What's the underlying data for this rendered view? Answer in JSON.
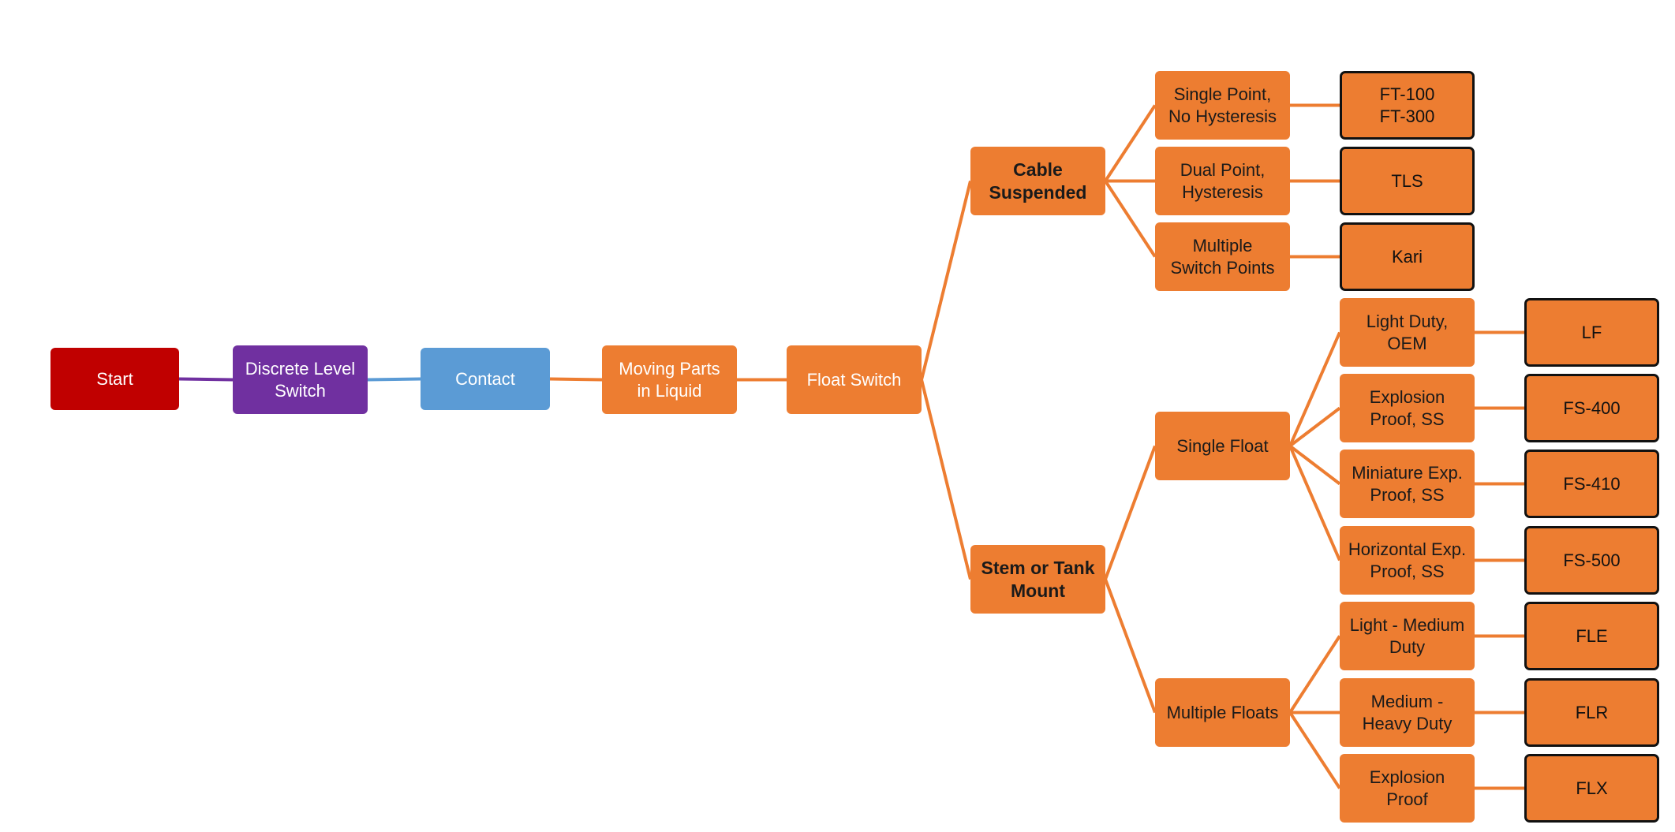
{
  "colors": {
    "start": "#c00000",
    "discrete": "#7030a0",
    "contact": "#5b9bd5",
    "orange": "#ed7d31",
    "leaf_border": "#111111"
  },
  "nodes": {
    "start": "Start",
    "discrete_level_switch": "Discrete Level\nSwitch",
    "contact": "Contact",
    "moving_parts": "Moving Parts\nin Liquid",
    "float_switch": "Float Switch",
    "cable_suspended": "Cable\nSuspended",
    "stem_or_tank_mount": "Stem or Tank\nMount",
    "single_point": "Single Point,\nNo Hysteresis",
    "dual_point": "Dual Point,\nHysteresis",
    "multiple_switch_points": "Multiple\nSwitch Points",
    "single_float": "Single Float",
    "multiple_floats": "Multiple Floats",
    "light_duty_oem": "Light Duty,\nOEM",
    "explosion_proof_ss": "Explosion\nProof, SS",
    "miniature_exp": "Miniature Exp.\nProof, SS",
    "horizontal_exp": "Horizontal Exp.\nProof, SS",
    "light_medium": "Light - Medium\nDuty",
    "medium_heavy": "Medium -\nHeavy Duty",
    "explosion_proof": "Explosion\nProof",
    "ft": "FT-100\nFT-300",
    "tls": "TLS",
    "kari": "Kari",
    "lf": "LF",
    "fs400": "FS-400",
    "fs410": "FS-410",
    "fs500": "FS-500",
    "fle": "FLE",
    "flr": "FLR",
    "flx": "FLX"
  }
}
